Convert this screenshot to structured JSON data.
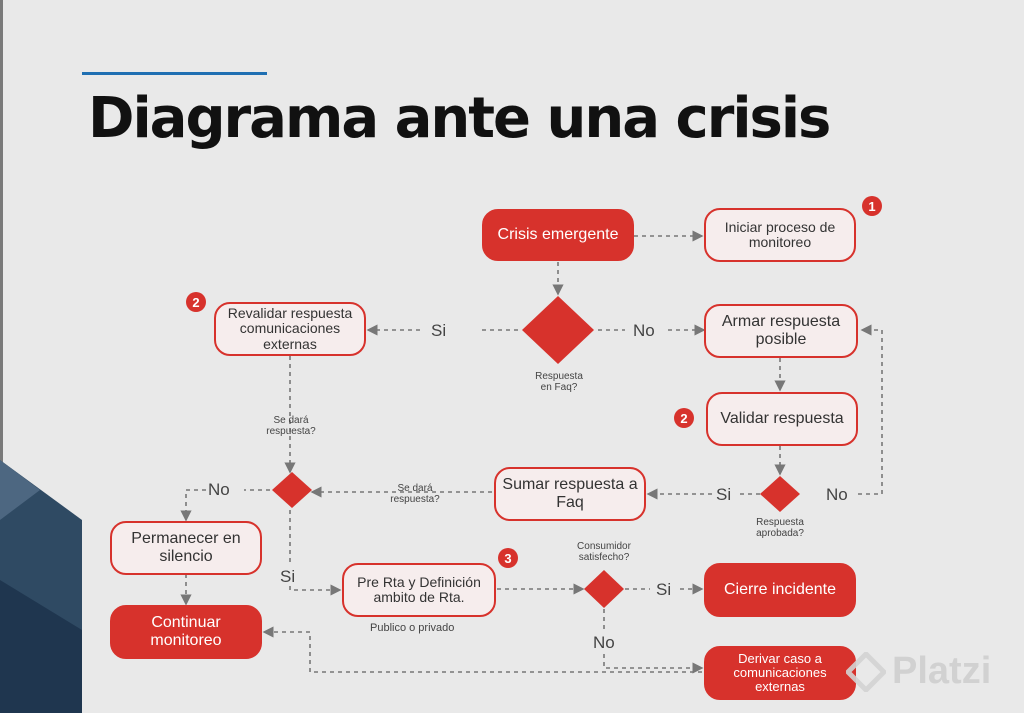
{
  "title": "Diagrama ante una crisis",
  "nodes": {
    "crisis": "Crisis emergente",
    "monitoreo": "Iniciar proceso de monitoreo",
    "revalidar": "Revalidar respuesta comunicaciones externas",
    "armar": "Armar respuesta posible",
    "validar": "Validar respuesta",
    "sumar": "Sumar respuesta a Faq",
    "permanecer": "Permanecer en silencio",
    "continuar": "Continuar monitoreo",
    "prerta": "Pre Rta y Definición ambito de Rta.",
    "cierre": "Cierre incidente",
    "derivar": "Derivar caso a comunicaciones externas"
  },
  "labels": {
    "si1": "Si",
    "no1": "No",
    "faq": "Respuesta\nen Faq?",
    "se_dara1": "Se dará\nrespuesta?",
    "no2": "No",
    "se_dara2": "Se dará\nrespuesta?",
    "si2": "Si",
    "no3": "No",
    "aprobada": "Respuesta\naprobada?",
    "si3": "Si",
    "publico": "Publico o privado",
    "consumidor": "Consumidor\nsatisfecho?",
    "si4": "Si",
    "no4": "No"
  },
  "badges": [
    "1",
    "2",
    "2",
    "3"
  ],
  "watermark": "Platzi",
  "colors": {
    "accent": "#d7322c",
    "title_line": "#1f6fb2"
  }
}
